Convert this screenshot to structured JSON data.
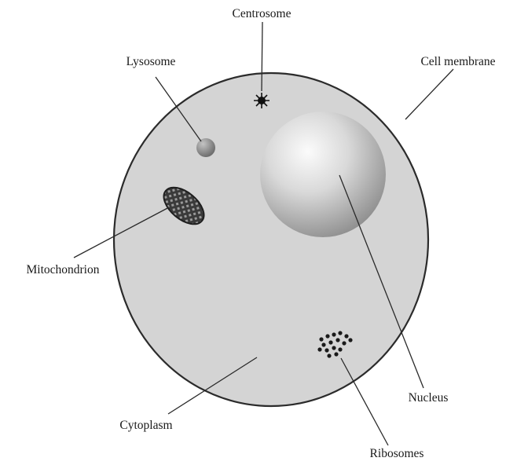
{
  "diagram": {
    "labels": {
      "centrosome": "Centrosome",
      "lysosome": "Lysosome",
      "cell_membrane": "Cell membrane",
      "mitochondrion": "Mitochondrion",
      "cytoplasm": "Cytoplasm",
      "nucleus": "Nucleus",
      "ribosomes": "Ribosomes"
    },
    "colors": {
      "cytoplasm_fill": "#d4d4d4",
      "membrane_stroke": "#2b2b2b",
      "nucleus_highlight": "#fafafa",
      "nucleus_shadow": "#8f8f8f",
      "lysosome": "#8a8a8a",
      "mitochondrion": "#555555",
      "ribosome_dot": "#1a1a1a"
    }
  }
}
